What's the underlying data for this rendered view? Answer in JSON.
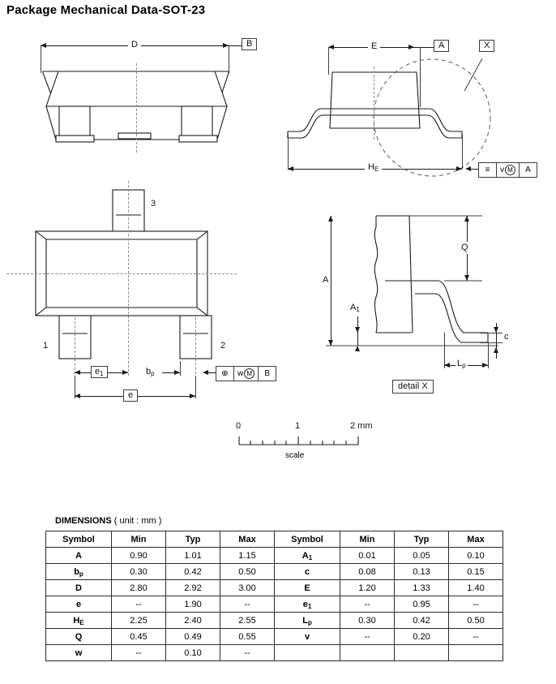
{
  "page": {
    "title": "Package Mechanical Data-SOT-23"
  },
  "views": {
    "front": {
      "dim_D": "D",
      "datum_B": "B"
    },
    "side": {
      "dim_E": "E",
      "datum_A": "A",
      "dim_HE_main": "H",
      "dim_HE_sub": "E",
      "callout_X": "X",
      "fcf": {
        "symbol": "≡",
        "tolerance": "v",
        "modifier": "M",
        "datum": "A"
      }
    },
    "top": {
      "pin1": "1",
      "pin2": "2",
      "pin3": "3",
      "dim_e1_main": "e",
      "dim_e1_sub": "1",
      "dim_bp_main": "b",
      "dim_bp_sub": "p",
      "dim_e": "e",
      "fcf": {
        "symbol": "⊕",
        "tolerance": "w",
        "modifier": "M",
        "datum": "B"
      }
    },
    "detail": {
      "dim_A": "A",
      "dim_A1_main": "A",
      "dim_A1_sub": "1",
      "dim_Q": "Q",
      "dim_c": "c",
      "dim_Lp_main": "L",
      "dim_Lp_sub": "p",
      "caption": "detail X"
    }
  },
  "scale": {
    "tick_0": "0",
    "tick_1": "1",
    "tick_2": "2 mm",
    "caption": "scale"
  },
  "dimensions": {
    "heading_bold": "DIMENSIONS",
    "heading_unit": "( unit : mm )",
    "headers": [
      "Symbol",
      "Min",
      "Typ",
      "Max",
      "Symbol",
      "Min",
      "Typ",
      "Max"
    ],
    "rows": [
      {
        "left_symbol": "A",
        "left_sub": "",
        "min": "0.90",
        "typ": "1.01",
        "max": "1.15",
        "right_symbol": "A",
        "right_sub": "1",
        "rmin": "0.01",
        "rtyp": "0.05",
        "rmax": "0.10"
      },
      {
        "left_symbol": "b",
        "left_sub": "p",
        "min": "0.30",
        "typ": "0.42",
        "max": "0.50",
        "right_symbol": "c",
        "right_sub": "",
        "rmin": "0.08",
        "rtyp": "0.13",
        "rmax": "0.15"
      },
      {
        "left_symbol": "D",
        "left_sub": "",
        "min": "2.80",
        "typ": "2.92",
        "max": "3.00",
        "right_symbol": "E",
        "right_sub": "",
        "rmin": "1.20",
        "rtyp": "1.33",
        "rmax": "1.40"
      },
      {
        "left_symbol": "e",
        "left_sub": "",
        "min": "--",
        "typ": "1.90",
        "max": "--",
        "right_symbol": "e",
        "right_sub": "1",
        "rmin": "--",
        "rtyp": "0.95",
        "rmax": "--"
      },
      {
        "left_symbol": "H",
        "left_sub": "E",
        "min": "2.25",
        "typ": "2.40",
        "max": "2.55",
        "right_symbol": "L",
        "right_sub": "p",
        "rmin": "0.30",
        "rtyp": "0.42",
        "rmax": "0.50"
      },
      {
        "left_symbol": "Q",
        "left_sub": "",
        "min": "0.45",
        "typ": "0.49",
        "max": "0.55",
        "right_symbol": "v",
        "right_sub": "",
        "rmin": "--",
        "rtyp": "0.20",
        "rmax": "--"
      },
      {
        "left_symbol": "w",
        "left_sub": "",
        "min": "--",
        "typ": "0.10",
        "max": "--",
        "right_symbol": "",
        "right_sub": "",
        "rmin": "",
        "rtyp": "",
        "rmax": ""
      }
    ]
  },
  "colors": {
    "ink": "#1a1a1a",
    "thin": "#3c3c3c",
    "center_line": "#8a8a8a",
    "background": "#ffffff"
  }
}
